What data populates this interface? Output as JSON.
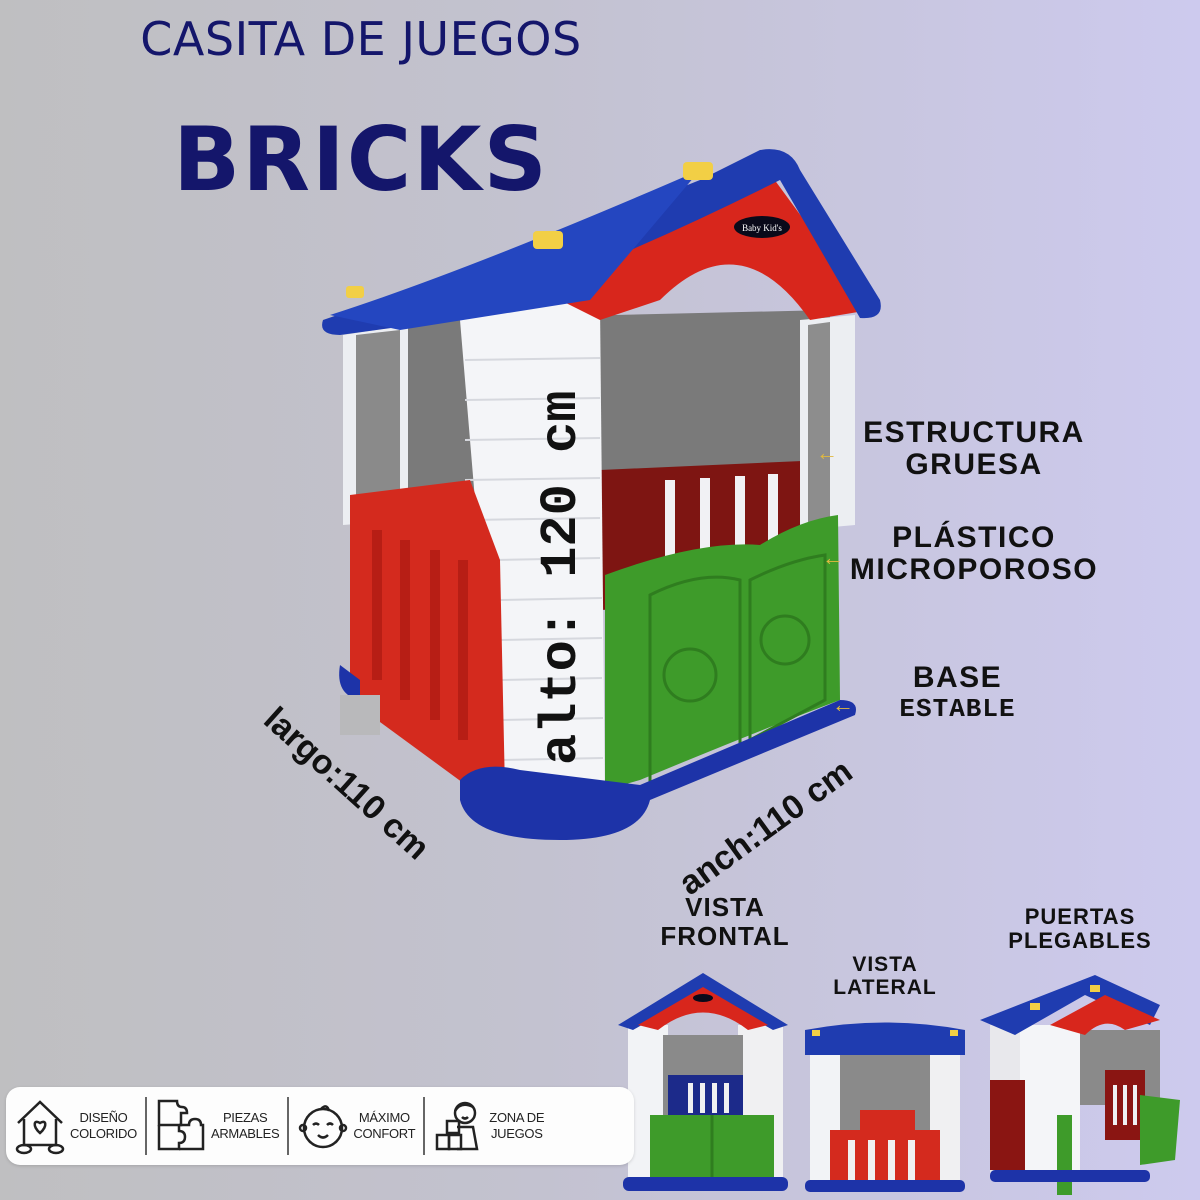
{
  "header": {
    "title_line1": "CASITA DE JUEGOS",
    "title_line2": "BRICKS"
  },
  "product": {
    "brand_badge": "Baby Kid's",
    "colors": {
      "roof": "#1f3cb0",
      "gable": "#d8261c",
      "wall": "#f2f3f6",
      "door_green": "#3e9b2a",
      "fence_red": "#d42a1e",
      "base": "#1d33a8",
      "accent_yellow": "#f2cf45",
      "title_navy": "#14166b"
    }
  },
  "dimensions": {
    "alto": "alto: 120 cm",
    "largo": "largo:110 cm",
    "ancho": "anch:110 cm"
  },
  "features": [
    {
      "line1": "ESTRUCTURA",
      "line2": "GRUESA"
    },
    {
      "line1": "PLÁSTICO",
      "line2": "MICROPOROSO"
    },
    {
      "line1": "BASE",
      "line2": "ESTABLE"
    }
  ],
  "views": [
    {
      "line1": "VISTA",
      "line2": "FRONTAL"
    },
    {
      "line1": "VISTA",
      "line2": "LATERAL"
    },
    {
      "line1": "PUERTAS",
      "line2": "PLEGABLES"
    }
  ],
  "benefits": [
    {
      "icon": "house-heart-icon",
      "line1": "DISEÑO",
      "line2": "COLORIDO"
    },
    {
      "icon": "puzzle-icon",
      "line1": "PIEZAS",
      "line2": "ARMABLES"
    },
    {
      "icon": "baby-face-icon",
      "line1": "MÁXIMO",
      "line2": "CONFORT"
    },
    {
      "icon": "child-blocks-icon",
      "line1": "ZONA DE",
      "line2": "JUEGOS"
    }
  ]
}
